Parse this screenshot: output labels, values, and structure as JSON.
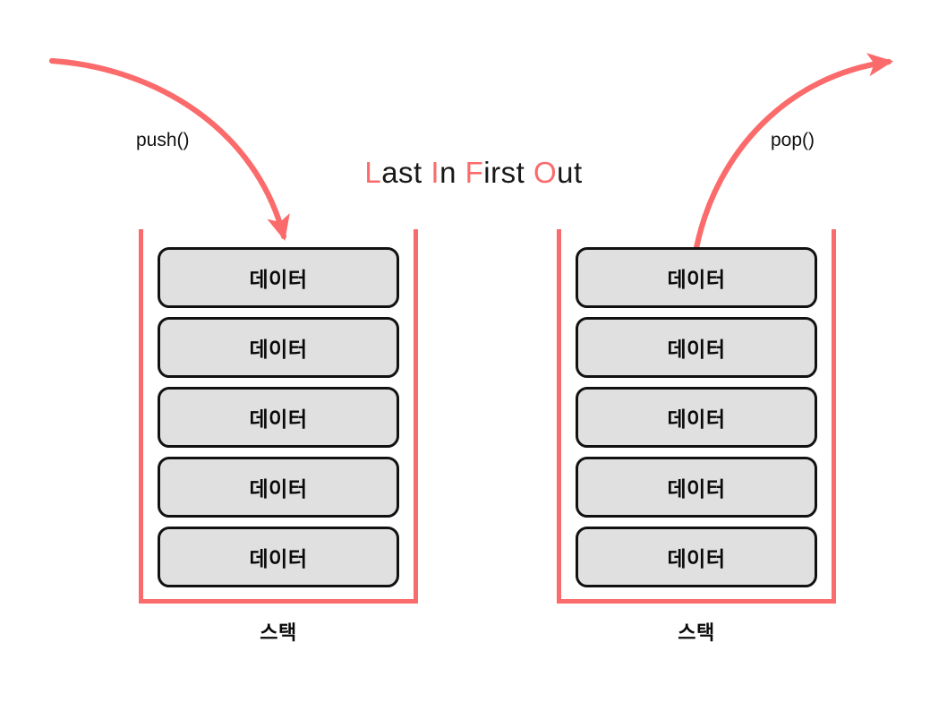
{
  "diagram": {
    "title_parts": [
      {
        "text": "L",
        "highlight": true
      },
      {
        "text": "ast ",
        "highlight": false
      },
      {
        "text": "I",
        "highlight": true
      },
      {
        "text": "n ",
        "highlight": false
      },
      {
        "text": "F",
        "highlight": true
      },
      {
        "text": "irst ",
        "highlight": false
      },
      {
        "text": "O",
        "highlight": true
      },
      {
        "text": "ut",
        "highlight": false
      }
    ],
    "title_plain": "Last In First Out",
    "colors": {
      "accent": "#fb6b6b",
      "box_fill": "#e0e0e0",
      "box_border": "#111111",
      "text": "#0a0a0a",
      "background": "#ffffff"
    },
    "operations": {
      "push": {
        "label": "push()",
        "arrow_name": "push-arrow",
        "direction": "into-stack"
      },
      "pop": {
        "label": "pop()",
        "arrow_name": "pop-arrow",
        "direction": "out-of-stack"
      }
    },
    "stacks": [
      {
        "id": "stack-left",
        "caption": "스택",
        "items": [
          "데이터",
          "데이터",
          "데이터",
          "데이터",
          "데이터"
        ]
      },
      {
        "id": "stack-right",
        "caption": "스택",
        "items": [
          "데이터",
          "데이터",
          "데이터",
          "데이터",
          "데이터"
        ]
      }
    ]
  }
}
